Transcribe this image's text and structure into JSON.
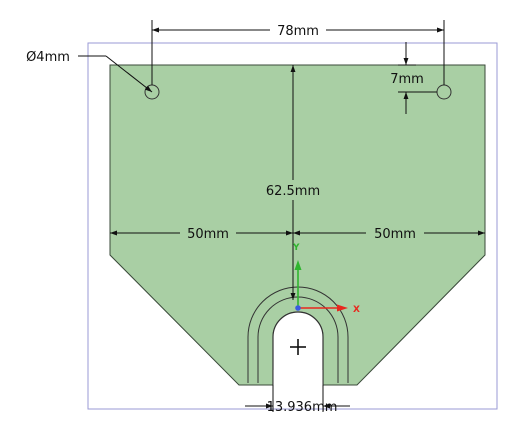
{
  "drawing": {
    "colors": {
      "part_fill": "#a9cfa4",
      "part_edge": "#3a4a3a",
      "frame": "#9a9ad6",
      "dimension": "#111111",
      "axis_x": "#e8281e",
      "axis_y": "#2fb52f",
      "origin": "#3a5ae0"
    },
    "dimensions": {
      "hole_diameter": "Ø4mm",
      "hole_spacing": "78mm",
      "hole_offset": "7mm",
      "height": "62.5mm",
      "left_half_width": "50mm",
      "right_half_width": "50mm",
      "slot_width": "13.936mm"
    },
    "axes": {
      "x_label": "X",
      "y_label": "Y"
    },
    "icons": [
      "origin-triad-icon",
      "center-cross-icon"
    ]
  }
}
